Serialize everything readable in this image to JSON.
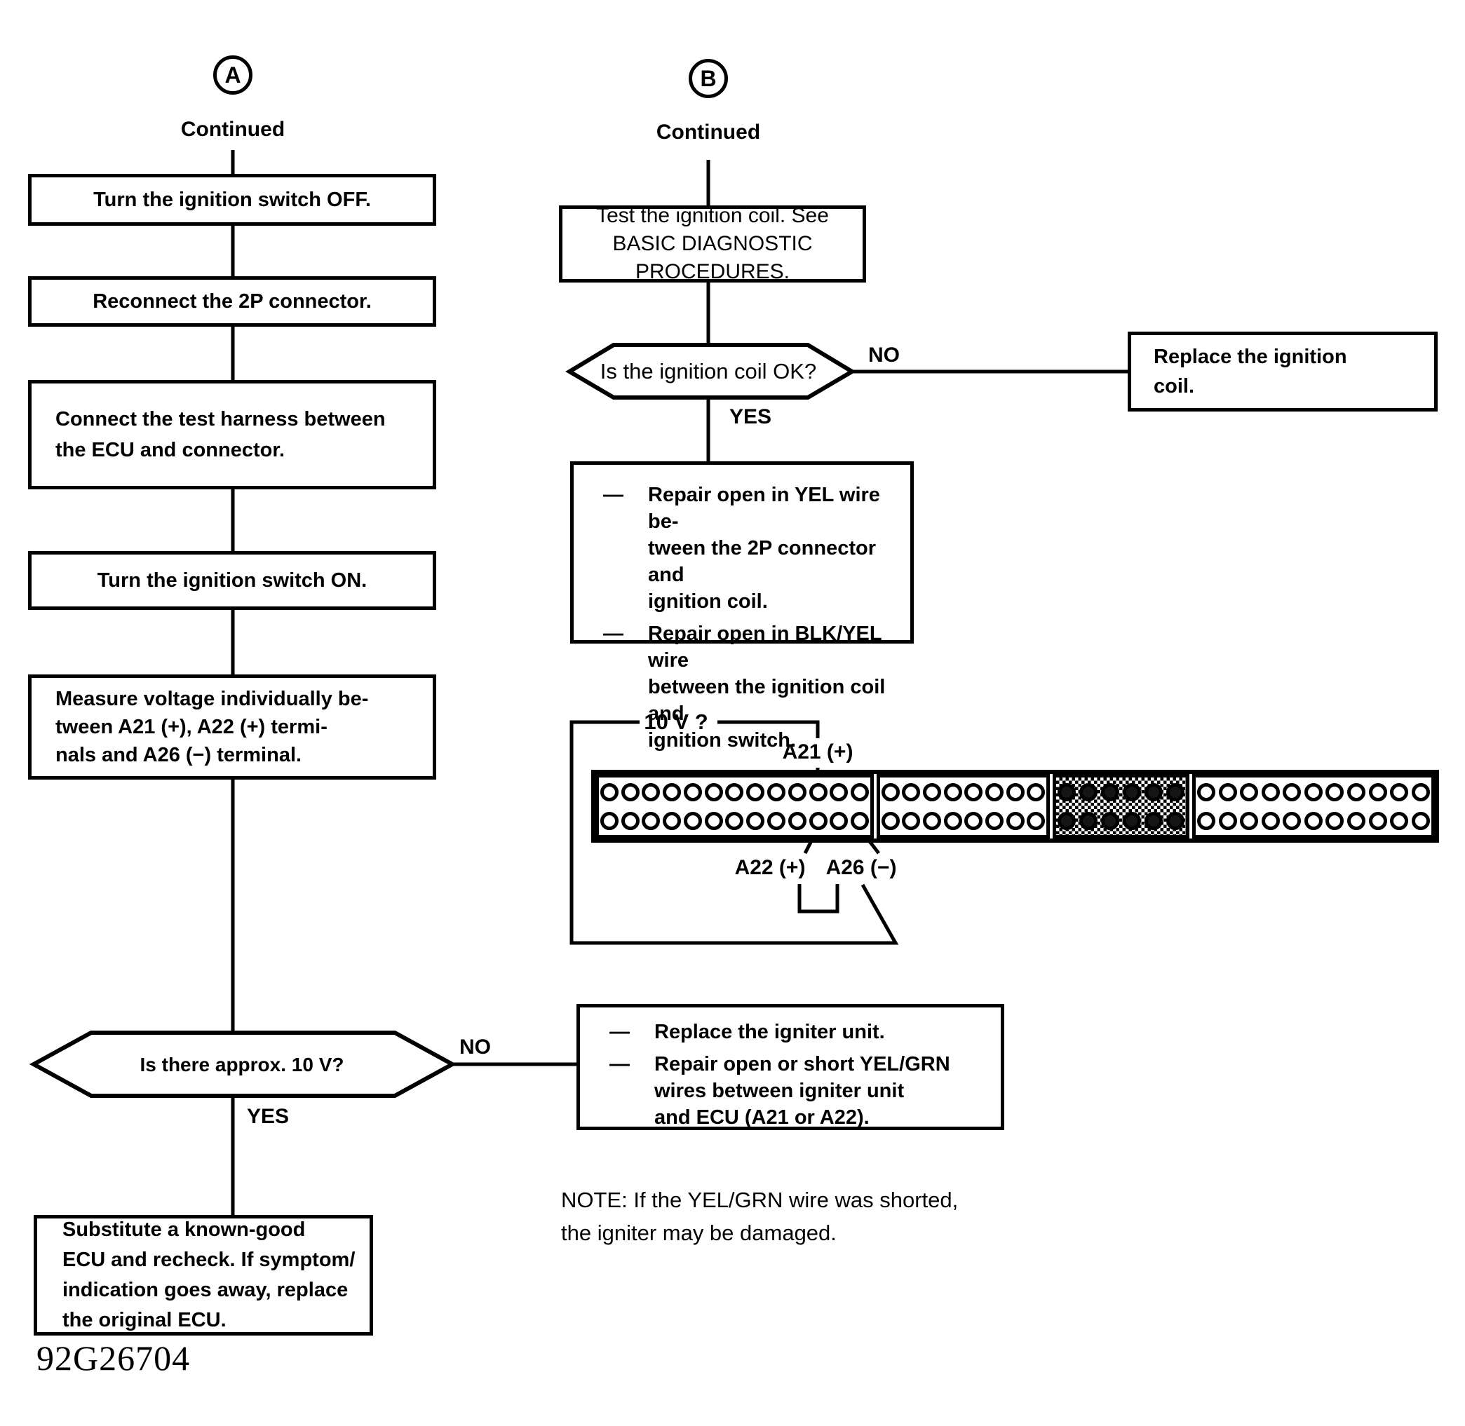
{
  "figure_code": "92G26704",
  "flow_a": {
    "marker": "A",
    "continued": "Continued",
    "step1": "Turn the ignition switch OFF.",
    "step2": "Reconnect the 2P connector.",
    "step3": "Connect the test harness between\nthe ECU and connector.",
    "step4": "Turn the ignition switch ON.",
    "step5": "Measure voltage individually be-\ntween A21 (+), A22 (+) termi-\nnals and A26 (−) terminal.",
    "decision": "Is there approx. 10 V?",
    "no_label": "NO",
    "yes_label": "YES",
    "result": "Substitute a known-good\nECU and recheck. If symptom/\nindication goes away, replace\nthe original ECU."
  },
  "flow_b": {
    "marker": "B",
    "continued": "Continued",
    "step1": "Test the ignition coil. See\nBASIC DIAGNOSTIC PROCEDURES.",
    "decision": "Is the ignition coil OK?",
    "no_label": "NO",
    "yes_label": "YES",
    "no_result": "Replace the ignition\ncoil.",
    "yes_result_items": [
      {
        "dash": "—",
        "text": "Repair open in YEL wire be-\ntween the 2P connector and\nignition coil."
      },
      {
        "dash": "—",
        "text": "Repair open in BLK/YEL wire\nbetween the ignition coil and\nignition switch."
      }
    ]
  },
  "igniter_box": {
    "items": [
      {
        "dash": "—",
        "text": "Replace the igniter unit."
      },
      {
        "dash": "—",
        "text": "Repair open or short YEL/GRN\nwires between igniter unit\nand ECU (A21 or A22)."
      }
    ]
  },
  "measurement": {
    "voltage_label": "10 V ?",
    "pin_a21": "A21 (+)",
    "pin_a22": "A22 (+)",
    "pin_a26": "A26 (−)",
    "connector_blocks": [
      {
        "pins_per_row": 13,
        "rows": 2,
        "shaded": false
      },
      {
        "pins_per_row": 8,
        "rows": 2,
        "shaded": false
      },
      {
        "pins_per_row": 6,
        "rows": 2,
        "shaded": true
      },
      {
        "pins_per_row": 11,
        "rows": 2,
        "shaded": false
      }
    ]
  },
  "note": "NOTE: If the YEL/GRN wire was shorted,\nthe igniter may be damaged."
}
